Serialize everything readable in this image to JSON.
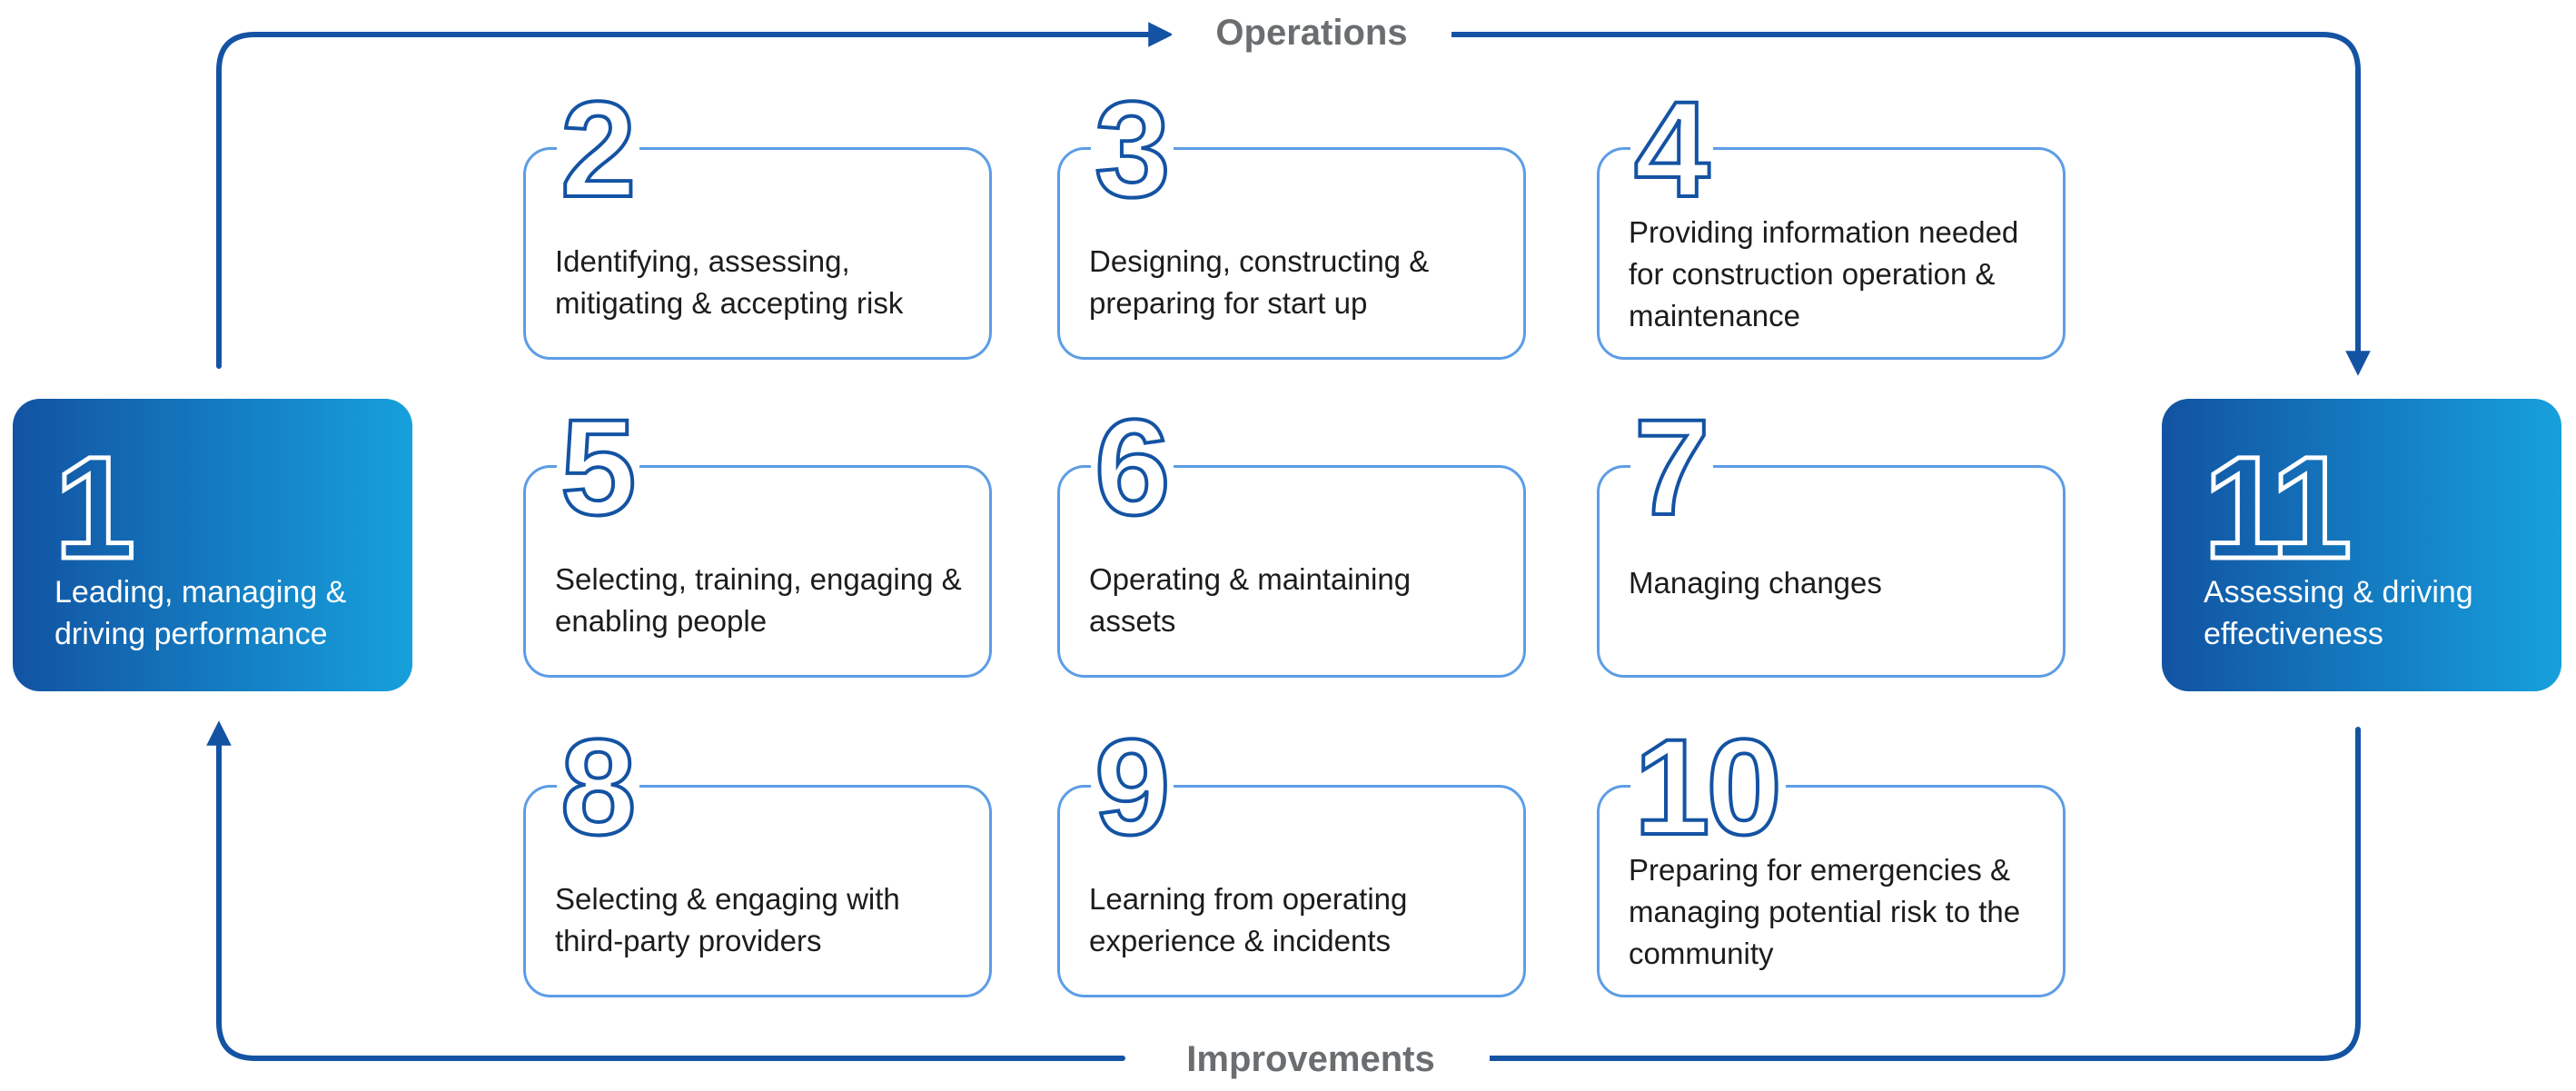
{
  "flow_labels": {
    "top": "Operations",
    "bottom": "Improvements"
  },
  "colors": {
    "arrow": "#1453a3",
    "card_border": "#5d9de6",
    "number_outline": "#1453a3",
    "gradient_start": "#1253a2",
    "gradient_end": "#16a0dc",
    "label_gray": "#6b6e70"
  },
  "start_box": {
    "number": "1",
    "text": "Leading, managing & driving performance"
  },
  "end_box": {
    "number": "11",
    "text": "Assessing & driving effectiveness"
  },
  "steps": [
    {
      "number": "2",
      "text": "Identifying, assessing, mitigating & accepting risk"
    },
    {
      "number": "3",
      "text": "Designing, constructing & preparing for start up"
    },
    {
      "number": "4",
      "text": "Providing information needed for construction operation & maintenance"
    },
    {
      "number": "5",
      "text": "Selecting, training, engaging & enabling people"
    },
    {
      "number": "6",
      "text": "Operating & maintaining assets"
    },
    {
      "number": "7",
      "text": "Managing changes"
    },
    {
      "number": "8",
      "text": "Selecting & engaging with third-party providers"
    },
    {
      "number": "9",
      "text": "Learning from operating experience & incidents"
    },
    {
      "number": "10",
      "text": "Preparing for emergencies & managing potential risk to the community"
    }
  ]
}
